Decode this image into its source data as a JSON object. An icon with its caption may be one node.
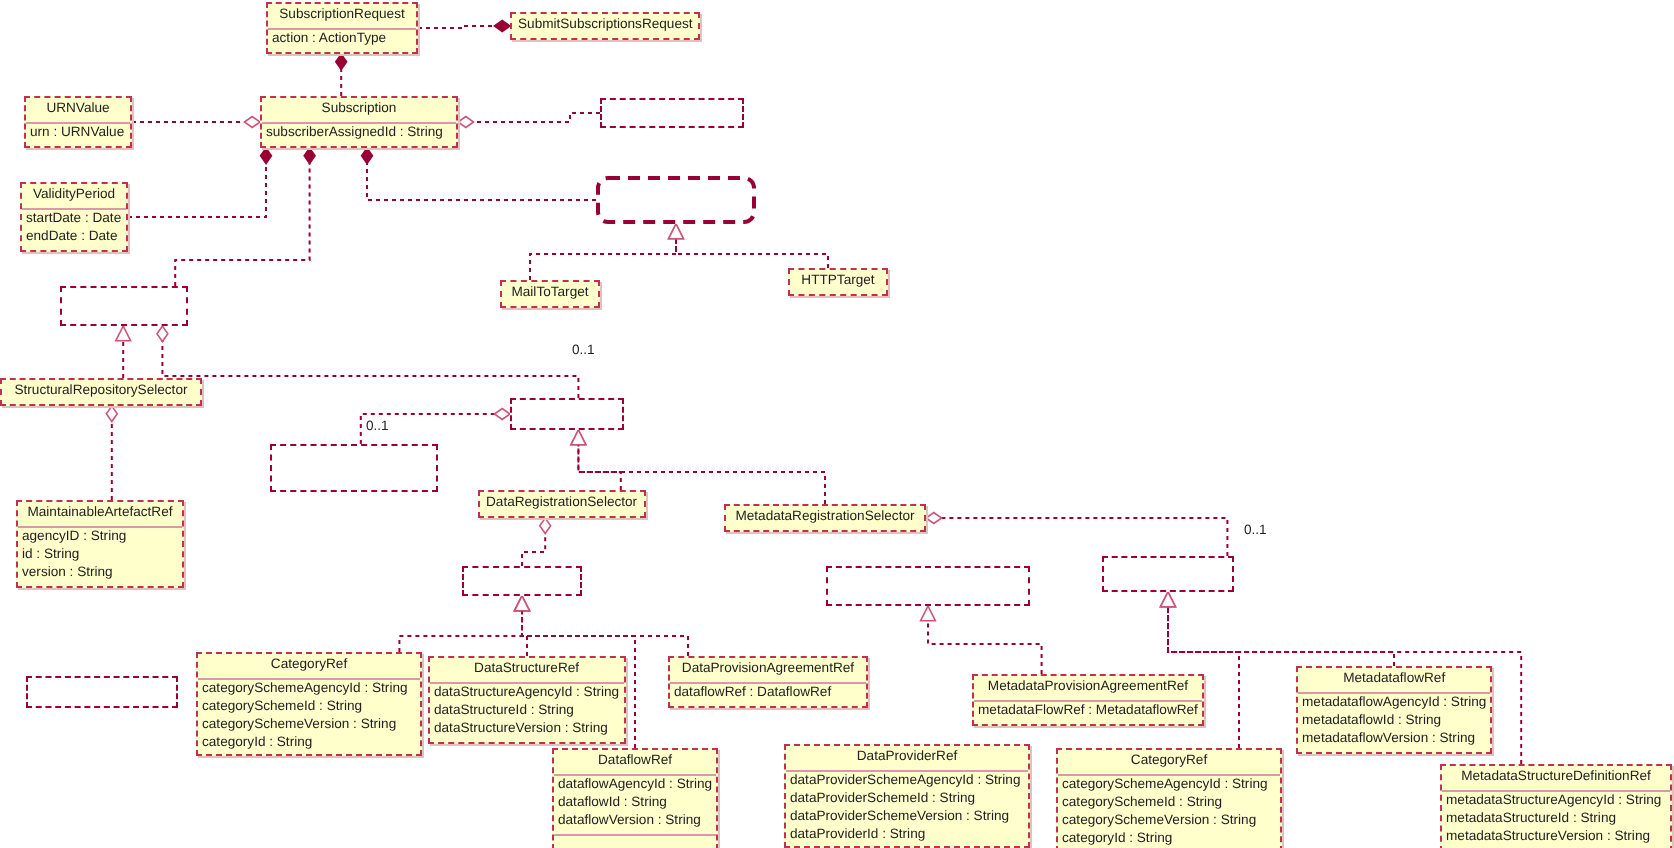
{
  "diagram": {
    "nodes": [
      {
        "text": [
          "SubscriptionRequest",
          "action : ActionType"
        ]
      },
      {
        "text": [
          "SubmitSubscriptionsRequest"
        ]
      },
      {
        "text": [
          "URNValue",
          "urn : URNValue"
        ]
      },
      {
        "text": [
          "Subscription",
          "subscriberAssignedId : String"
        ]
      },
      {
        "text": [
          "ValidityPeriod",
          "startDate : Date",
          "endDate : Date"
        ]
      },
      {
        "text": [],
        "shape": "box"
      },
      {
        "text": [],
        "shape": "box"
      },
      {
        "text": [
          "MailToTarget"
        ]
      },
      {
        "text": [
          "HTTPTarget"
        ]
      },
      {
        "text": [],
        "shape": "box"
      },
      {
        "text": [
          "StructuralRepositorySelector"
        ]
      },
      {
        "text": [
          "MaintainableArtefactRef",
          "agencyID : String",
          "id : String",
          "version : String"
        ]
      },
      {
        "text": [],
        "shape": "box"
      },
      {
        "text": [],
        "shape": "box"
      },
      {
        "text": [
          "DataRegistrationSelector"
        ]
      },
      {
        "text": [
          "MetadataRegistrationSelector"
        ]
      },
      {
        "text": [],
        "shape": "box"
      },
      {
        "text": [],
        "shape": "box"
      },
      {
        "text": [],
        "shape": "box"
      },
      {
        "text": [],
        "shape": "box"
      },
      {
        "text": [
          "CategoryRef",
          "categorySchemeAgencyId : String",
          "categorySchemeId : String",
          "categorySchemeVersion : String",
          "categoryId : String"
        ]
      },
      {
        "text": [
          "DataStructureRef",
          "dataStructureAgencyId : String",
          "dataStructureId : String",
          "dataStructureVersion : String"
        ]
      },
      {
        "text": [
          "DataProvisionAgreementRef",
          "dataflowRef : DataflowRef"
        ]
      },
      {
        "text": [
          "DataflowRef",
          "dataflowAgencyId : String",
          "dataflowId : String",
          "dataflowVersion : String"
        ]
      },
      {
        "text": [
          "DataProviderRef",
          "dataProviderSchemeAgencyId : String",
          "dataProviderSchemeId : String",
          "dataProviderSchemeVersion : String",
          "dataProviderId : String"
        ]
      },
      {
        "text": [
          "MetadataProvisionAgreementRef",
          "metadataFlowRef : MetadataflowRef"
        ]
      },
      {
        "text": [
          "CategoryRef",
          "categorySchemeAgencyId : String",
          "categorySchemeId : String",
          "categorySchemeVersion : String",
          "categoryId : String"
        ]
      },
      {
        "text": [
          "MetadataflowRef",
          "metadataflowAgencyId : String",
          "metadataflowId : String",
          "metadataflowVersion : String"
        ]
      },
      {
        "text": [
          "MetadataStructureDefinitionRef",
          "metadataStructureAgencyId : String",
          "metadataStructureId : String",
          "metadataStructureVersion : String"
        ]
      }
    ],
    "edges": [
      {
        "from": 0,
        "to": 1,
        "arrow": "other"
      },
      {
        "from": 3,
        "to": 0,
        "arrow": "other"
      },
      {
        "from": 2,
        "to": 3,
        "arrow": "other"
      },
      {
        "from": 5,
        "to": 3,
        "arrow": "other"
      },
      {
        "from": 4,
        "to": 3,
        "arrow": "other"
      },
      {
        "from": 9,
        "to": 3,
        "arrow": "other"
      },
      {
        "from": 6,
        "to": 3,
        "arrow": "other"
      },
      {
        "from": 7,
        "to": 6,
        "arrow": "to"
      },
      {
        "from": 8,
        "to": 6,
        "arrow": "to"
      },
      {
        "from": 10,
        "to": 9,
        "arrow": "to"
      },
      {
        "from": 13,
        "to": 9,
        "arrow": "other"
      },
      {
        "from": 11,
        "to": 10,
        "arrow": "other"
      },
      {
        "from": 12,
        "to": 13,
        "arrow": "other"
      },
      {
        "from": 14,
        "to": 13,
        "arrow": "to"
      },
      {
        "from": 15,
        "to": 13,
        "arrow": "to"
      },
      {
        "from": 16,
        "to": 14,
        "arrow": "other"
      },
      {
        "from": 20,
        "to": 16,
        "arrow": "to"
      },
      {
        "from": 21,
        "to": 16,
        "arrow": "to"
      },
      {
        "from": 23,
        "to": 16,
        "arrow": "to"
      },
      {
        "from": 22,
        "to": 16,
        "arrow": "to"
      },
      {
        "from": 25,
        "to": 17,
        "arrow": "to"
      },
      {
        "from": 18,
        "to": 15,
        "arrow": "other"
      },
      {
        "from": 26,
        "to": 18,
        "arrow": "to"
      },
      {
        "from": 27,
        "to": 18,
        "arrow": "to"
      },
      {
        "from": 28,
        "to": 18,
        "arrow": "to"
      }
    ],
    "labels": [
      "0..1",
      "0..1",
      "0..1"
    ]
  }
}
